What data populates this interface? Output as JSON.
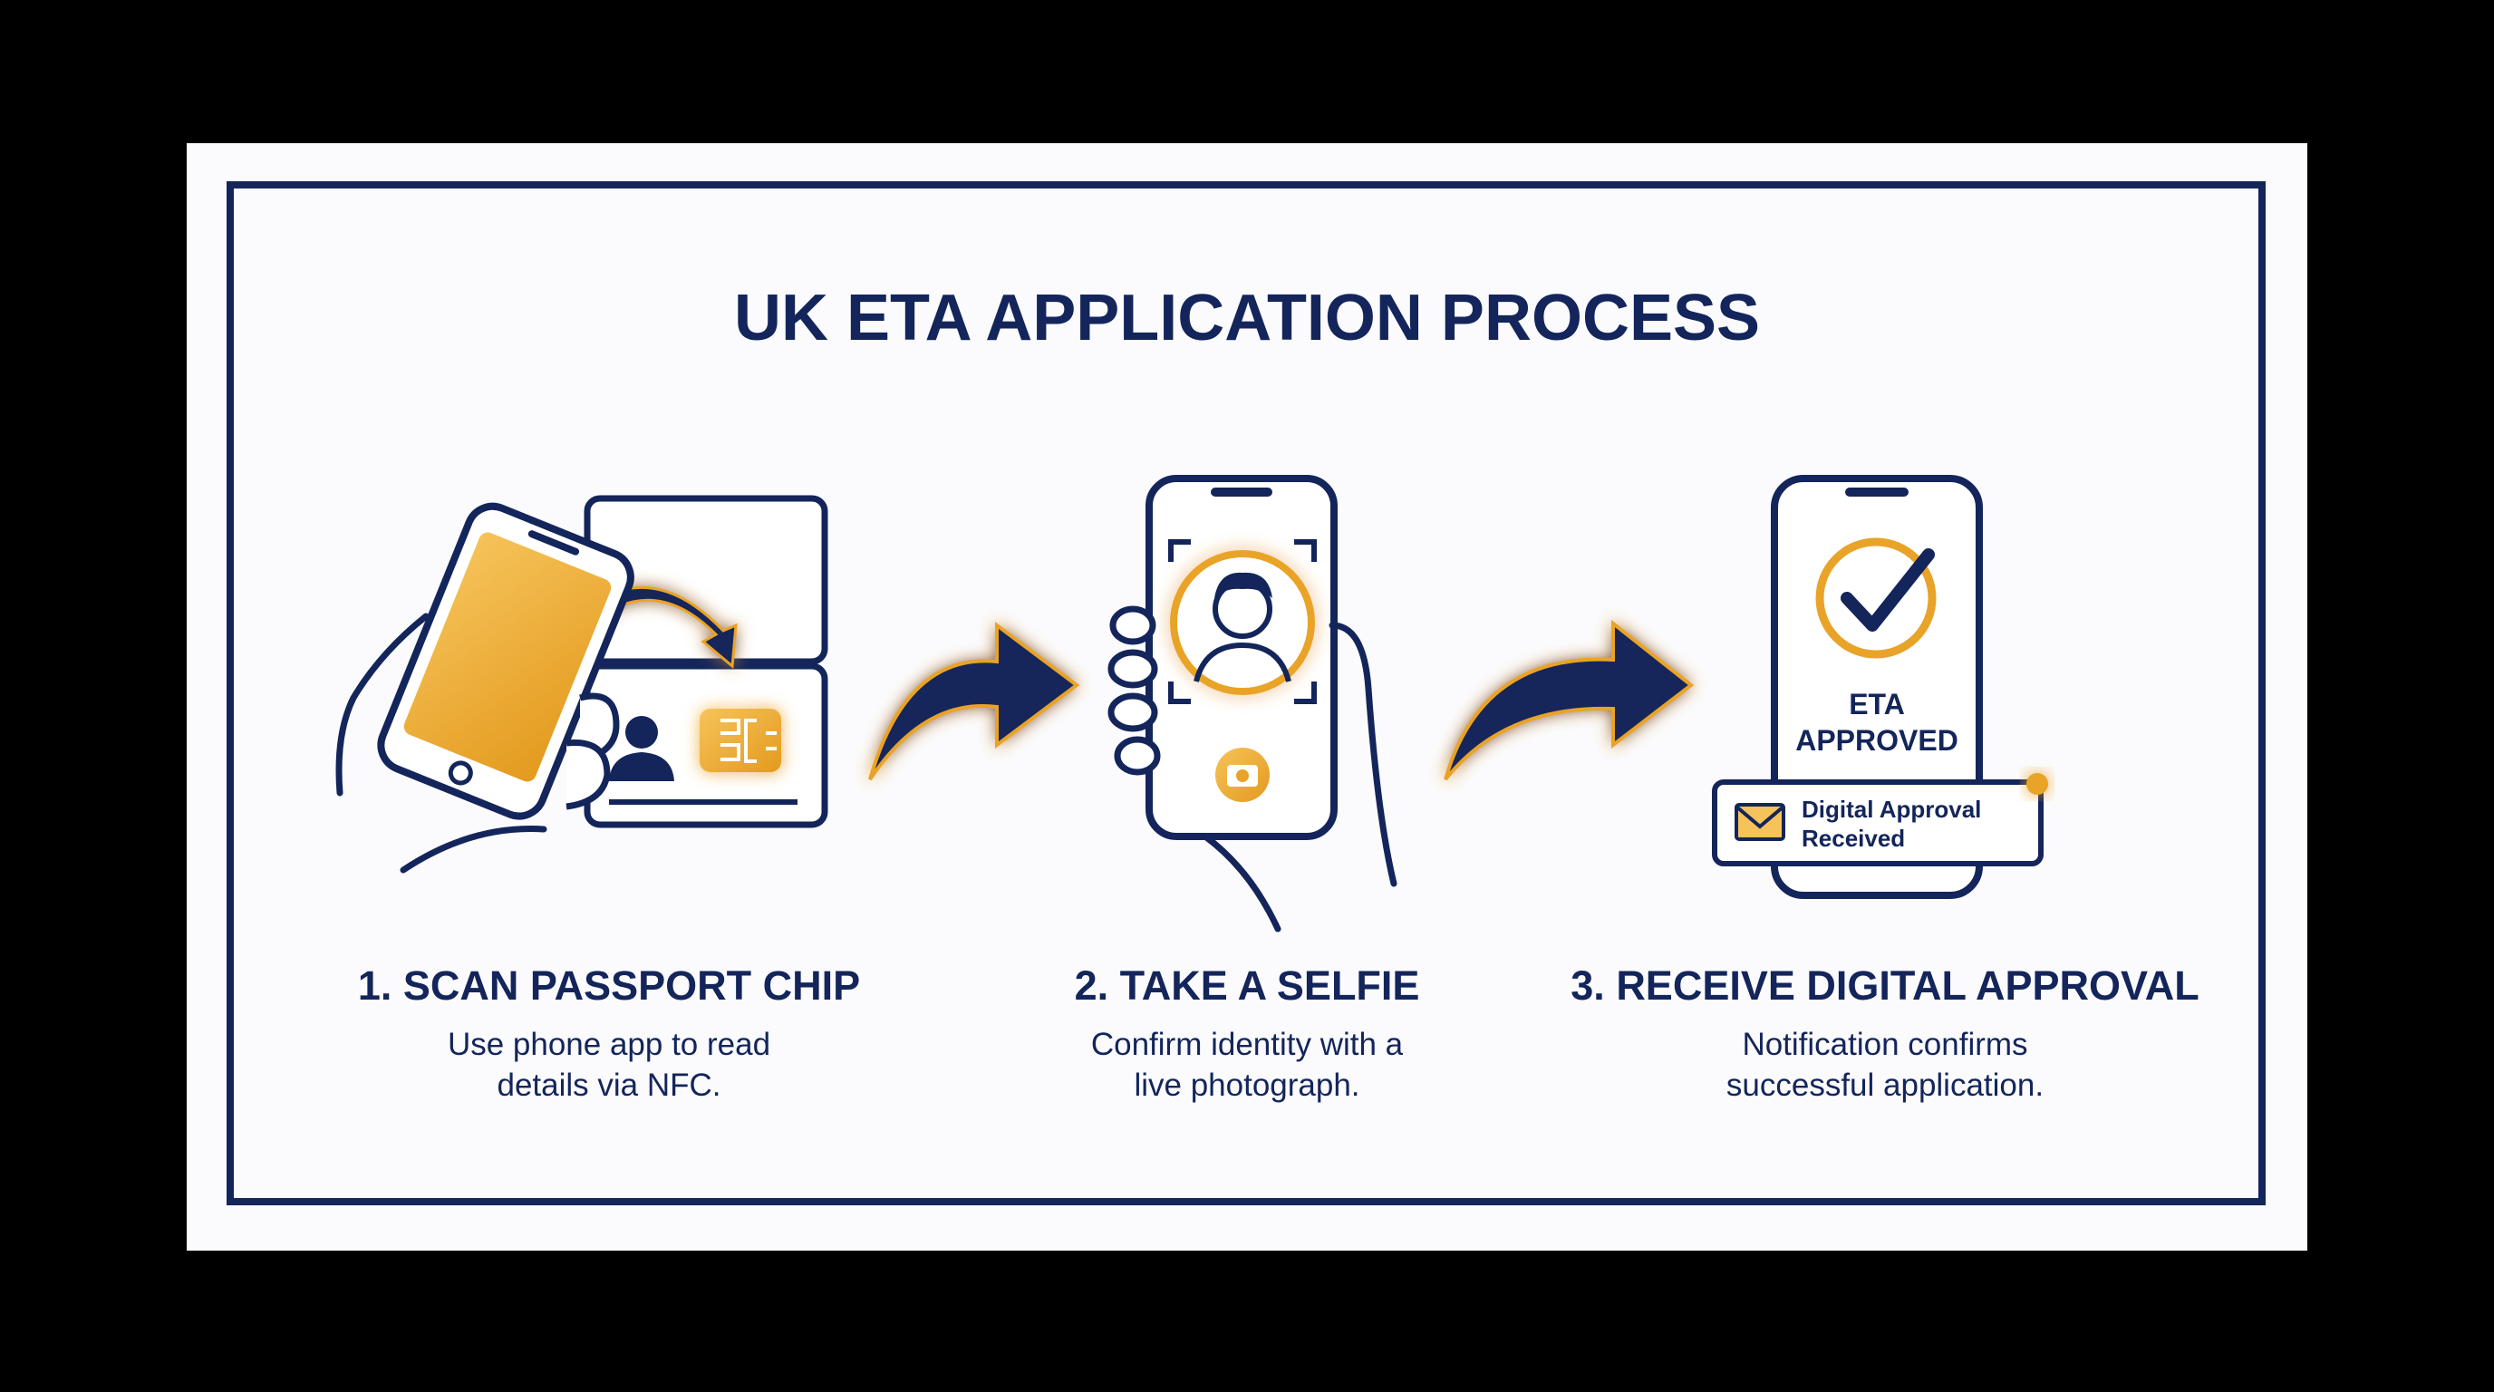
{
  "title": "UK ETA APPLICATION PROCESS",
  "colors": {
    "navy": "#13255a",
    "gold": "#e9a328",
    "gold_light": "#f6c35a",
    "background": "#fbfbfd"
  },
  "steps": [
    {
      "heading": "1. SCAN PASSPORT CHIP",
      "desc_line1": "Use phone app to read",
      "desc_line2": "details via NFC.",
      "icons": [
        "hand-holding-phone-icon",
        "passport-icon",
        "nfc-chip-icon"
      ]
    },
    {
      "heading": "2. TAKE A SELFIE",
      "desc_line1": "Confirm identity with a",
      "desc_line2": "live photograph.",
      "icons": [
        "hand-holding-phone-icon",
        "face-scan-icon",
        "camera-icon"
      ]
    },
    {
      "heading": "3. RECEIVE DIGITAL APPROVAL",
      "desc_line1": "Notification confirms",
      "desc_line2": "successful application.",
      "icons": [
        "phone-icon",
        "checkmark-circle-icon",
        "envelope-icon"
      ],
      "phone_status_line1": "ETA",
      "phone_status_line2": "APPROVED",
      "notification_line1": "Digital Approval",
      "notification_line2": "Received"
    }
  ]
}
